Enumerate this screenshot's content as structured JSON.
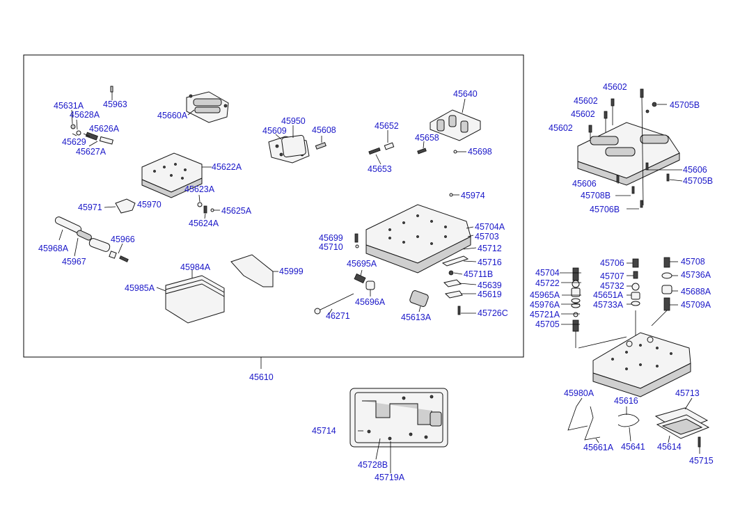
{
  "frame_label": "45610",
  "part_labels": {
    "p45963": "45963",
    "p45631A": "45631A",
    "p45628A": "45628A",
    "p45626A": "45626A",
    "p45629": "45629",
    "p45627A": "45627A",
    "p45660A": "45660A",
    "p45950": "45950",
    "p45609": "45609",
    "p45608": "45608",
    "p45622A": "45622A",
    "p45652": "45652",
    "p45658": "45658",
    "p45653": "45653",
    "p45640": "45640",
    "p45698": "45698",
    "p45623A": "45623A",
    "p45971": "45971",
    "p45970": "45970",
    "p45625A": "45625A",
    "p45624A": "45624A",
    "p45974": "45974",
    "p45968A": "45968A",
    "p45967": "45967",
    "p45966": "45966",
    "p45699": "45699",
    "p45710": "45710",
    "p45704A": "45704A",
    "p45703": "45703",
    "p45712": "45712",
    "p45716": "45716",
    "p45695A": "45695A",
    "p45711B": "45711B",
    "p45984A": "45984A",
    "p45999": "45999",
    "p45985A": "45985A",
    "p45639": "45639",
    "p45619": "45619",
    "p45696A": "45696A",
    "p46271": "46271",
    "p45613A": "45613A",
    "p45726C": "45726C",
    "r45602a": "45602",
    "r45602b": "45602",
    "r45602c": "45602",
    "r45602d": "45602",
    "r45705B1": "45705B",
    "r45606a": "45606",
    "r45606b": "45606",
    "r45705B2": "45705B",
    "r45708B": "45708B",
    "r45706B": "45706B",
    "r45704": "45704",
    "r45722": "45722",
    "r45965A": "45965A",
    "r45976A": "45976A",
    "r45721A": "45721A",
    "r45705": "45705",
    "r45706": "45706",
    "r45707": "45707",
    "r45732": "45732",
    "r45651A": "45651A",
    "r45733A": "45733A",
    "r45708": "45708",
    "r45736A": "45736A",
    "r45688A": "45688A",
    "r45709A": "45709A",
    "b45714": "45714",
    "b45728B": "45728B",
    "b45719A": "45719A",
    "b45980A": "45980A",
    "b45616": "45616",
    "b45661A": "45661A",
    "b45641": "45641",
    "b45713": "45713",
    "b45614": "45614",
    "b45715": "45715"
  }
}
